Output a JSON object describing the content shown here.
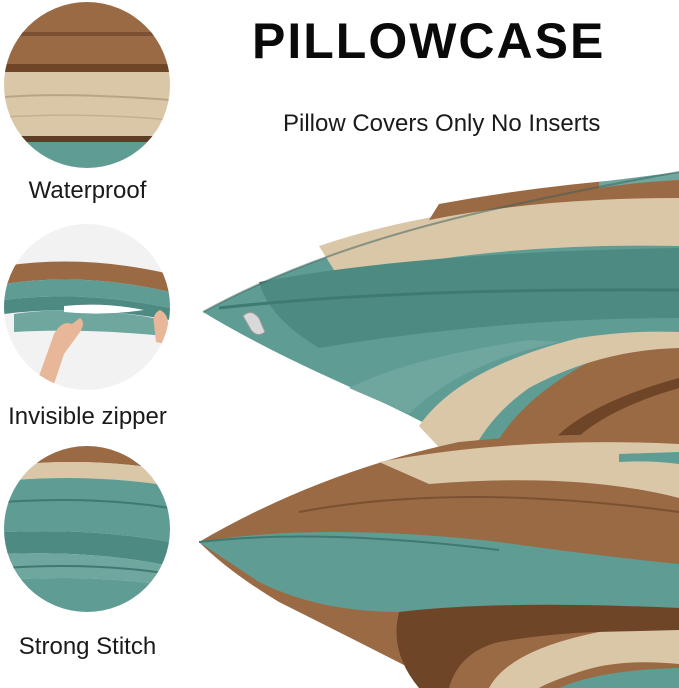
{
  "header": {
    "title": "PILLOWCASE",
    "subtitle": "Pillow Covers Only No Inserts"
  },
  "features": [
    {
      "label": "Waterproof",
      "icon": "wood-texture-closeup"
    },
    {
      "label": "Invisible zipper",
      "icon": "hands-opening-zipper"
    },
    {
      "label": "Strong Stitch",
      "icon": "stitched-edge-closeup"
    }
  ],
  "colors": {
    "teal": "#5f9c94",
    "teal_dark": "#3f7a72",
    "brown": "#9a6a44",
    "brown_dark": "#6e4527",
    "cream": "#d9c7a8",
    "cream_light": "#e8dcc4"
  }
}
